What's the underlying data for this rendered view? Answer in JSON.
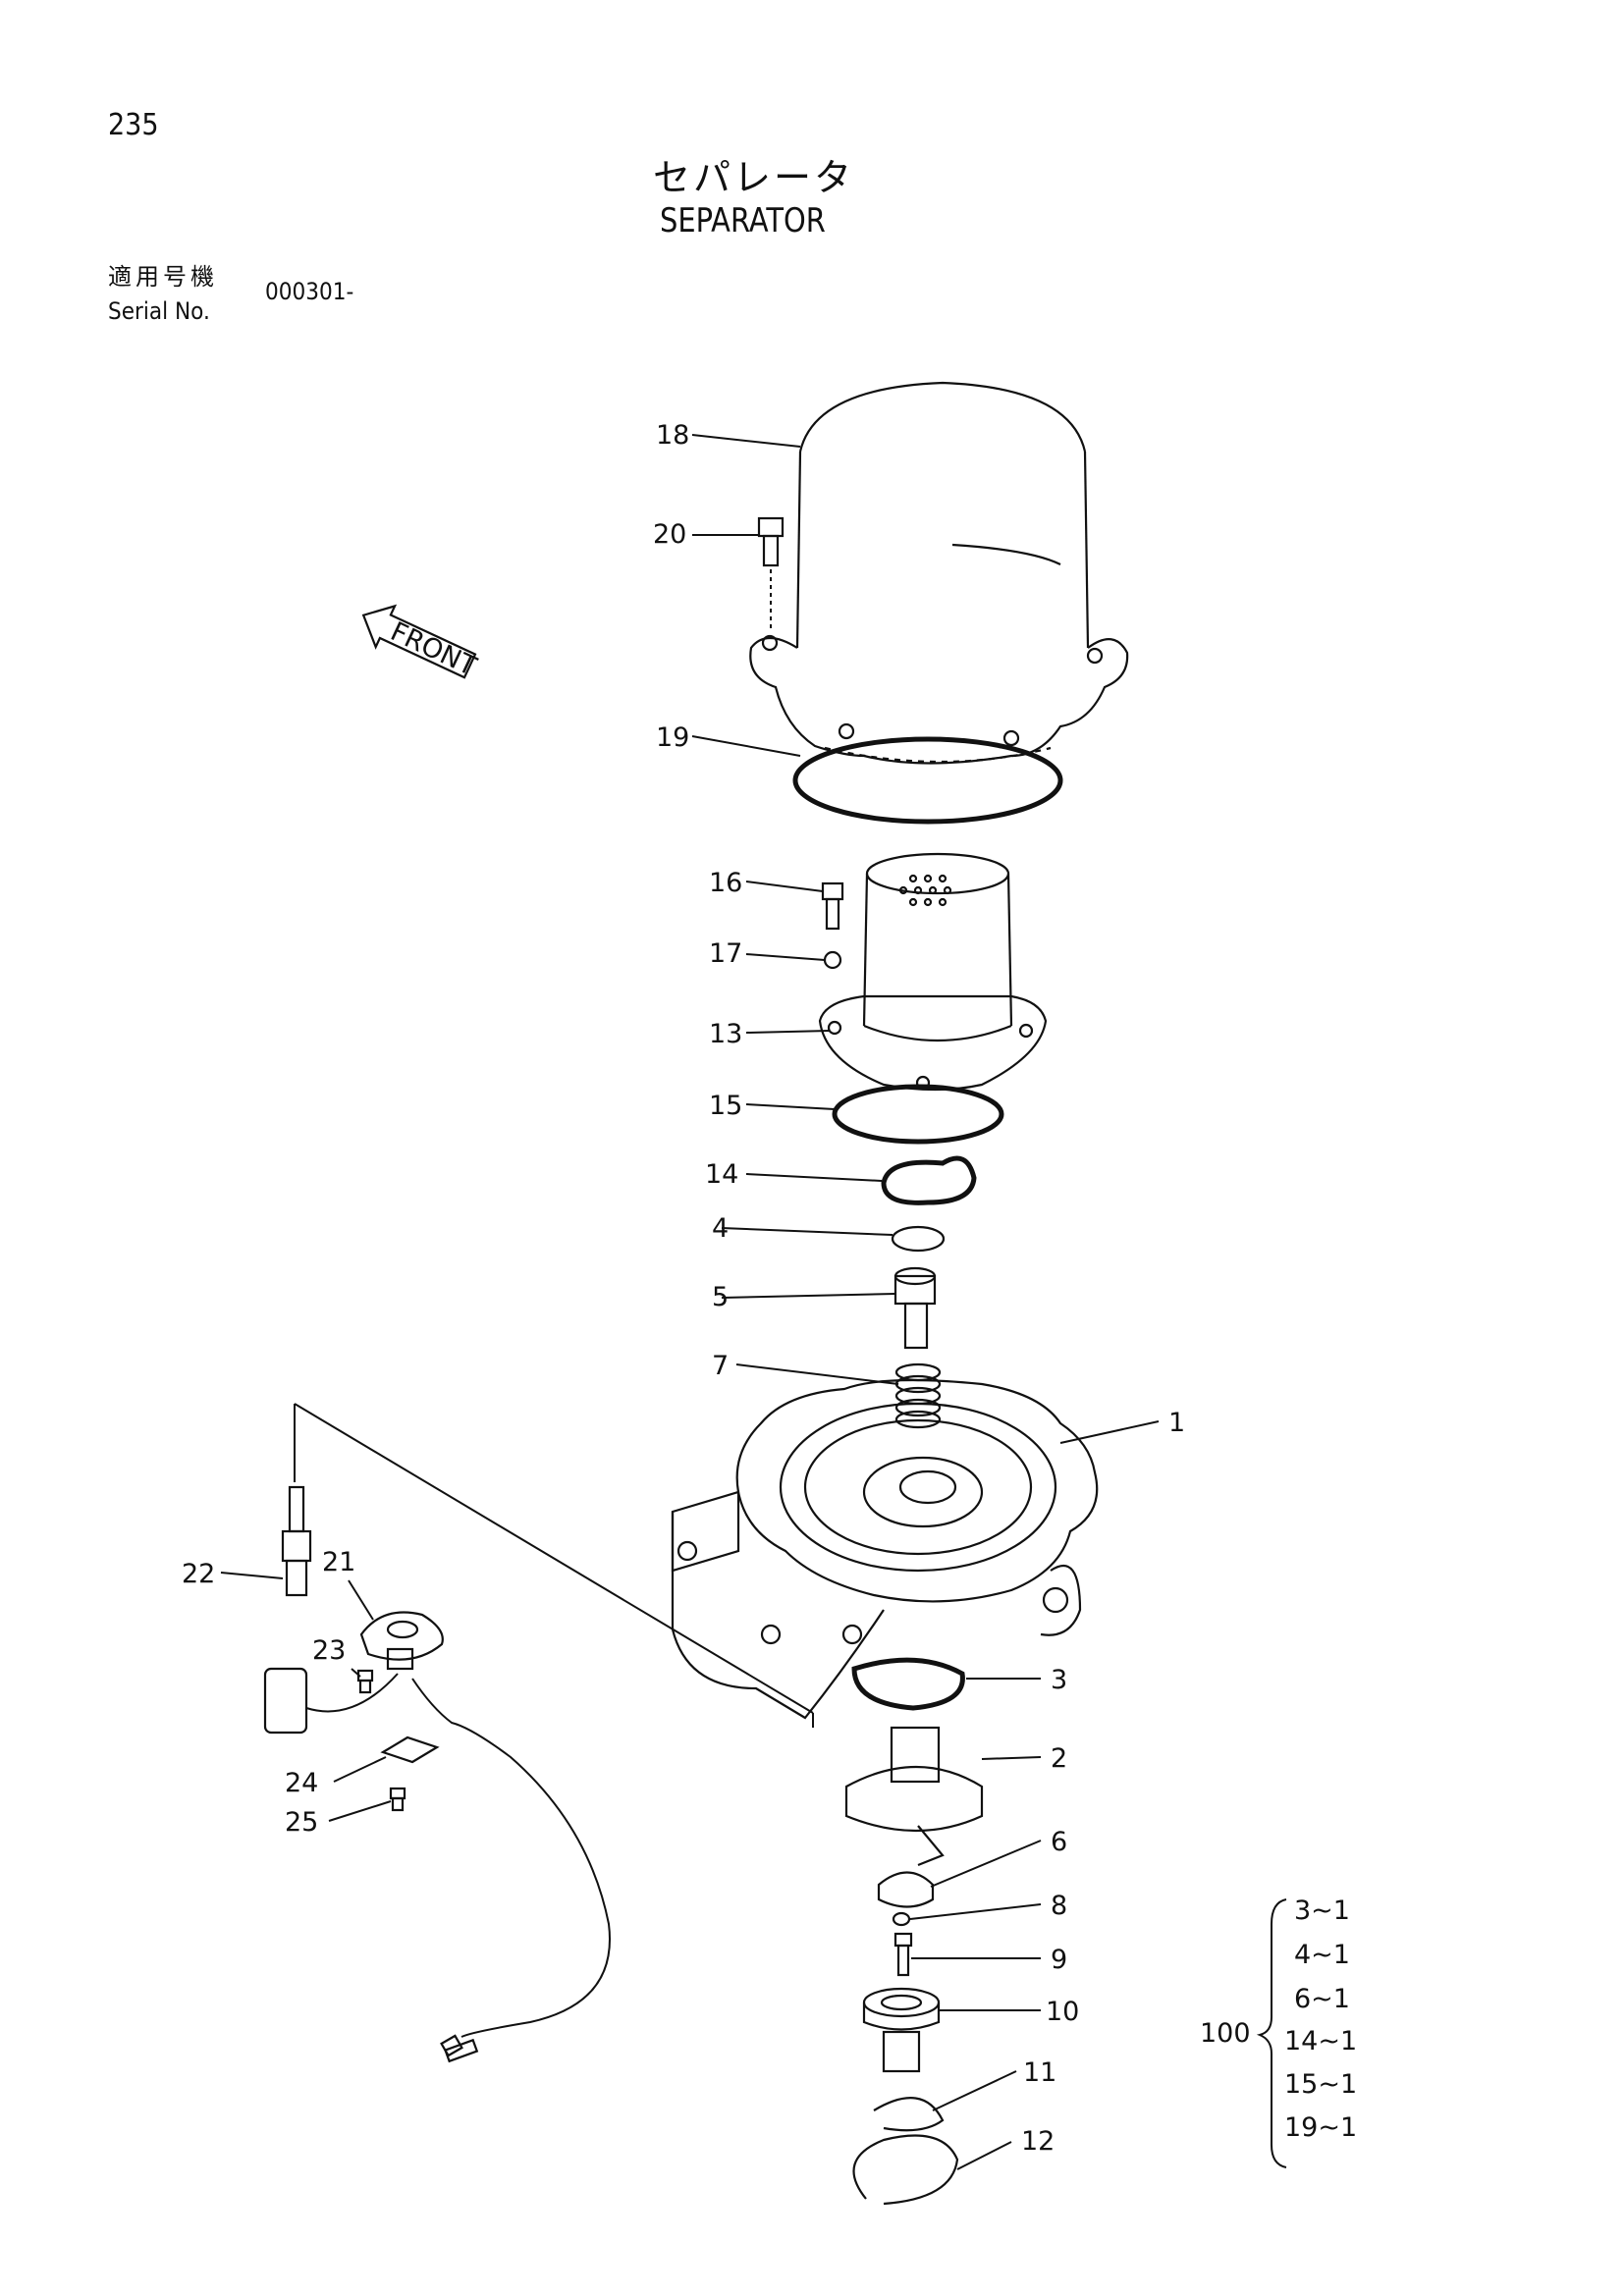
{
  "header": {
    "page_number": "235",
    "title_jp": "セパレータ",
    "title_en": "SEPARATOR",
    "serial_label_jp": "適用号機",
    "serial_label_en": "Serial No.",
    "serial_value": "000301-"
  },
  "direction_label": "FRONT",
  "callouts": {
    "c1": "1",
    "c2": "2",
    "c3": "3",
    "c4": "4",
    "c5": "5",
    "c6": "6",
    "c7": "7",
    "c8": "8",
    "c9": "9",
    "c10": "10",
    "c11": "11",
    "c12": "12",
    "c13": "13",
    "c14": "14",
    "c15": "15",
    "c16": "16",
    "c17": "17",
    "c18": "18",
    "c19": "19",
    "c20": "20",
    "c21": "21",
    "c22": "22",
    "c23": "23",
    "c24": "24",
    "c25": "25"
  },
  "kit": {
    "number": "100",
    "items": [
      "3~1",
      "4~1",
      "6~1",
      "14~1",
      "15~1",
      "19~1"
    ]
  }
}
